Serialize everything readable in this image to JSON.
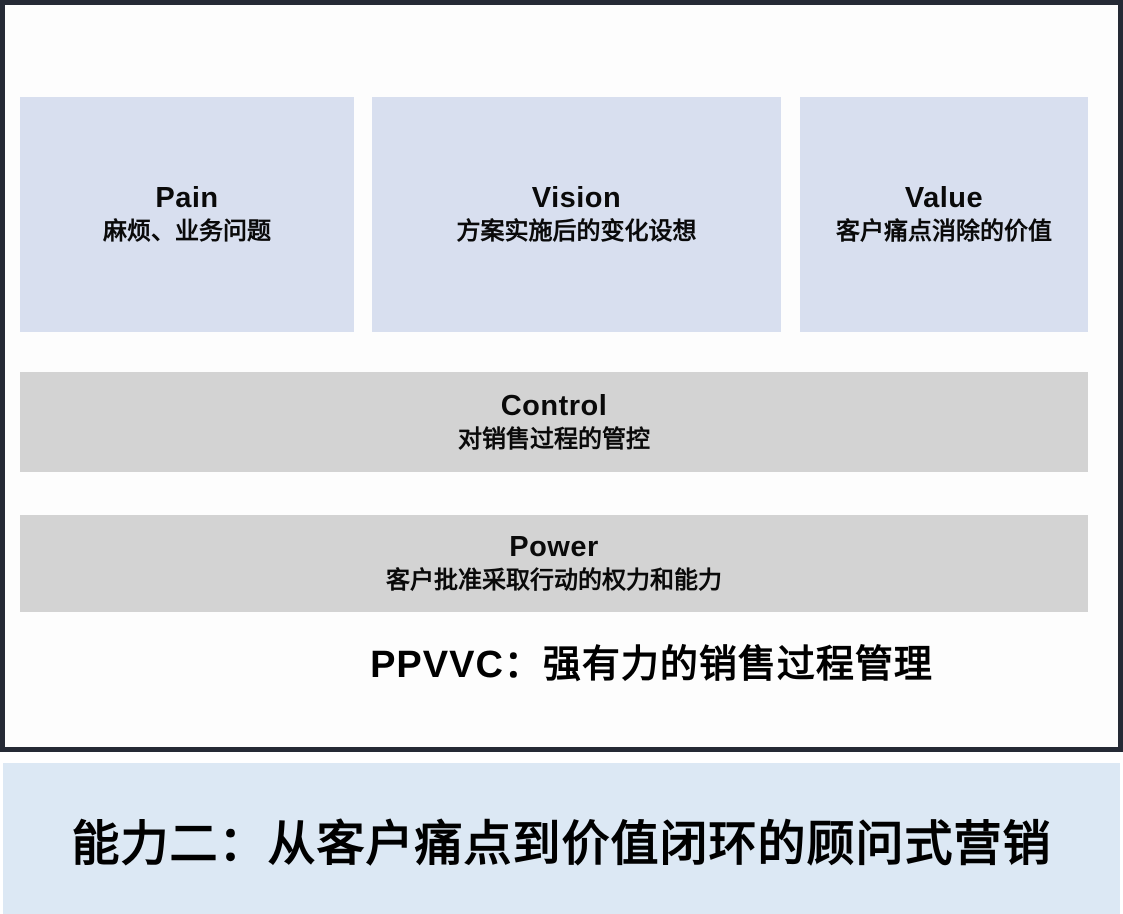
{
  "diagram": {
    "top_boxes": [
      {
        "title": "Pain",
        "subtitle": "麻烦、业务问题"
      },
      {
        "title": "Vision",
        "subtitle": "方案实施后的变化设想"
      },
      {
        "title": "Value",
        "subtitle": "客户痛点消除的价值"
      }
    ],
    "bar_boxes": [
      {
        "title": "Control",
        "subtitle": "对销售过程的管控"
      },
      {
        "title": "Power",
        "subtitle": "客户批准采取行动的权力和能力"
      }
    ],
    "caption": "PPVVC：强有力的销售过程管理"
  },
  "banner": {
    "text": "能力二：从客户痛点到价值闭环的顾问式营销"
  },
  "colors": {
    "top_box_fill": "#d8dfef",
    "bar_box_fill": "#d3d3d3",
    "banner_fill": "#dce8f4",
    "frame_border": "#252a35",
    "text": "#000000"
  }
}
